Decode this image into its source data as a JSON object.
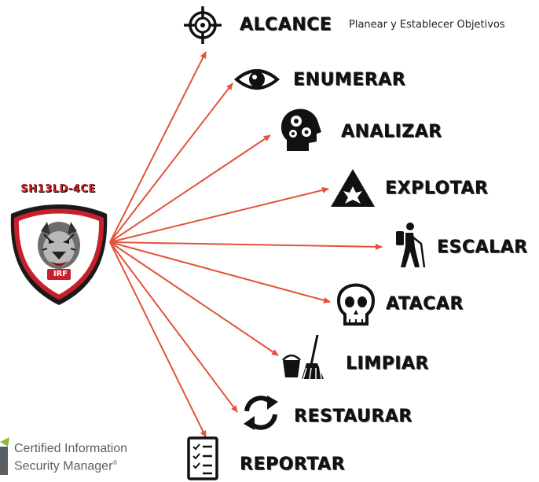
{
  "team": {
    "name": "SH13LD-4CE",
    "badge_text": "IRF"
  },
  "subtitle": "Planear y Establecer Objetivos",
  "certification": {
    "line1": "Certified Information",
    "line2": "Security Manager",
    "mark": "®"
  },
  "colors": {
    "arrow": "#e2533a",
    "shield_border": "#c8202a",
    "shield_fill": "#1a1a1a",
    "text": "#111111"
  },
  "steps": [
    {
      "label": "ALCANCE",
      "icon": "target-icon"
    },
    {
      "label": "ENUMERAR",
      "icon": "eye-icon"
    },
    {
      "label": "ANALIZAR",
      "icon": "head-gears-icon"
    },
    {
      "label": "EXPLOTAR",
      "icon": "explosion-warning-icon"
    },
    {
      "label": "ESCALAR",
      "icon": "hiker-icon"
    },
    {
      "label": "ATACAR",
      "icon": "skull-icon"
    },
    {
      "label": "LIMPIAR",
      "icon": "bucket-broom-icon"
    },
    {
      "label": "RESTAURAR",
      "icon": "sync-arrows-icon"
    },
    {
      "label": "REPORTAR",
      "icon": "checklist-icon"
    }
  ]
}
